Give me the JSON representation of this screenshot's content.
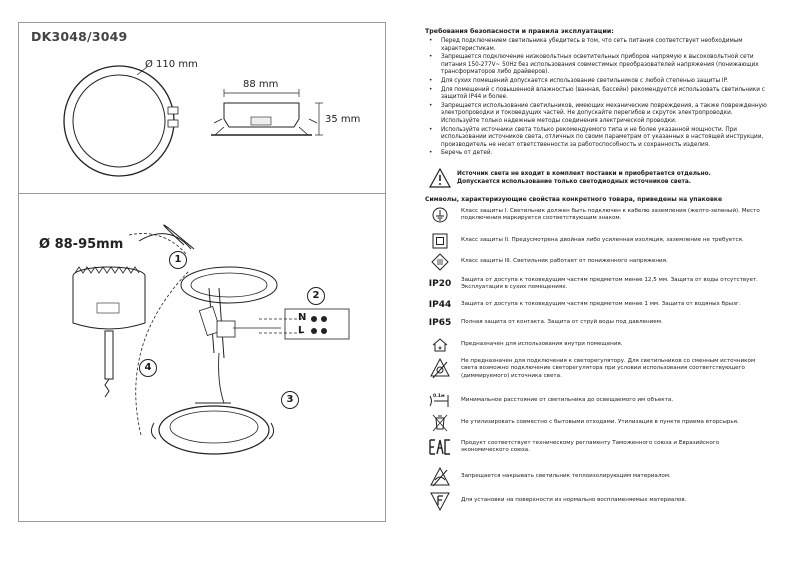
{
  "left_panel": {
    "model": "DK3048/3049",
    "diam_110": "Ø 110 mm",
    "width_88": "88 mm",
    "height_35": "35 mm",
    "cutout": "Ø 88-95mm",
    "steps": [
      "1",
      "2",
      "3",
      "4"
    ],
    "terminal_labels": [
      "N",
      "L"
    ]
  },
  "right_panel": {
    "safety_title": "Требования безопасности и правила эксплуатации:",
    "safety_items": [
      "Перед подключением светильника убедитесь в том, что сеть питания соответствует необходимым характеристикам.",
      "Запрещается подключение низковольтных осветительных приборов напрямую к высоковольтной сети питания 150-277V~ 50Hz без использования совместимых преобразователей напряжения (понижающих трансформаторов либо драйверов).",
      "Для сухих помещений допускается использование светильников с любой степенью защиты IP.",
      "Для помещений с повышенной влажностью (ванная, бассейн) рекомендуется использовать светильники с защитой IP44 и более.",
      "Запрещается использование светильников, имеющих механические повреждения, а также поврежденную электропроводки и токоведущих частей. Не допускайте перегибов и скруток электропроводки. Используйте только надежные методы соединения электрической проводки.",
      "Используйте источники света только рекомендуемого типа и не более указанной мощности. При использовании источников света, отличных по своим параметрам от указанных в настоящей инструкции, производитель не несет ответственности за работоспособность и сохранность изделия.",
      "Беречь от детей."
    ],
    "warning_line1": "Источник света не входит в комплект поставки и приобретается отдельно.",
    "warning_line2": "Допускается использование только светодиодных источников света.",
    "symbols_title": "Символы, характеризующие свойства конкретного товара, приведены на упаковке",
    "symbols": [
      {
        "icon": "ground-class1-icon",
        "code": "",
        "text": "Класс защиты I. Светильник должен быть подключен к кабелю заземления (желто-зеленый). Место подключения маркируется соответствующим знаком."
      },
      {
        "icon": "double-square-class2-icon",
        "code": "",
        "text": "Класс защиты II. Предусмотрена двойная либо усиленная изоляция, заземление не требуется."
      },
      {
        "icon": "diamond-class3-icon",
        "code": "",
        "text": "Класс защиты III. Светильник работает от пониженного напряжения."
      },
      {
        "icon": "",
        "code": "IP20",
        "text": "Защита от доступа к токоведущим частям предметом менее 12,5 мм. Защита от воды отсутствует. Эксплуатация в сухих помещениях."
      },
      {
        "icon": "",
        "code": "IP44",
        "text": "Защита от доступа к токоведущим частям предметом менее 1 мм. Защита от водяных брызг."
      },
      {
        "icon": "",
        "code": "IP65",
        "text": "Полная защита от контакта. Защита от струй воды под давлением."
      },
      {
        "icon": "indoor-house-icon",
        "code": "",
        "text": "Предназначен для использования внутри помещения."
      },
      {
        "icon": "no-dimmer-icon",
        "code": "",
        "text": "Не предназначен для подключения к светорегулятору. Для светильников со сменным источником света возможно подключение светорегулятора при условии использования соответствующего (диммируемого) источника света."
      },
      {
        "icon": "min-distance-icon",
        "code": "",
        "text": "Минимальное расстояние от светильника до освещаемого им объекта."
      },
      {
        "icon": "crossed-bin-icon",
        "code": "",
        "text": "Не утилизировать совместно с бытовыми отходами. Утилизация в пункте приема вторсырья."
      },
      {
        "icon": "eac-mark-icon",
        "code": "",
        "text": "Продукт соответствует техническому регламенту Таможенного союза и Евразийского экономического союза."
      },
      {
        "icon": "no-insulation-cover-icon",
        "code": "",
        "text": "Запрещается накрывать светильник теплоизолирующим материалом."
      },
      {
        "icon": "f-mark-icon",
        "code": "",
        "text": "Для установки на поверхности из нормально воспламеняемых материалов."
      }
    ],
    "min_distance_label": "0.1м"
  }
}
